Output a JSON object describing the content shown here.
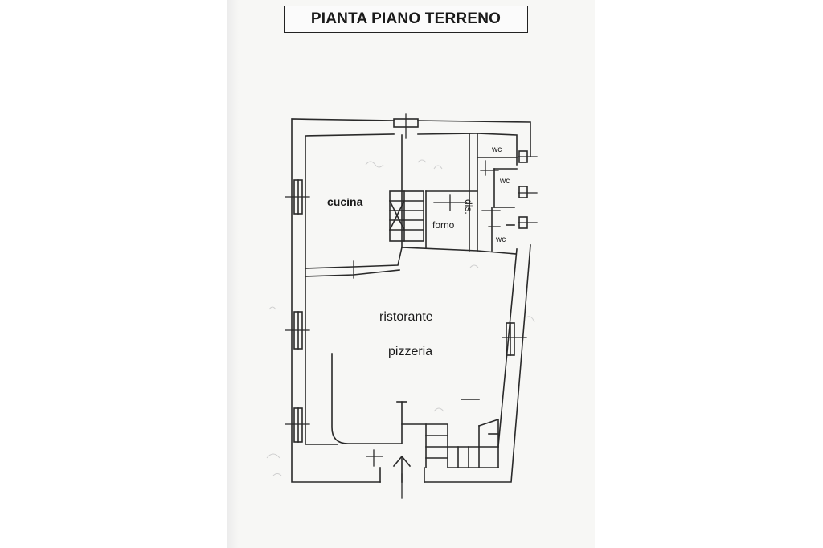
{
  "title": "PIANTA PIANO TERRENO",
  "rooms": {
    "cucina": "cucina",
    "forno": "forno",
    "disimpegno": "dis.",
    "wc_top": "wc",
    "wc_middle": "wc",
    "wc_bottom": "wc",
    "ristorante": "ristorante",
    "pizzeria": "pizzeria"
  },
  "colors": {
    "wall": "#2a2a2a",
    "paper": "#f7f7f5",
    "pencil": "#c9c9c9"
  },
  "icons": {
    "entrance": "entrance-arrow-icon"
  }
}
